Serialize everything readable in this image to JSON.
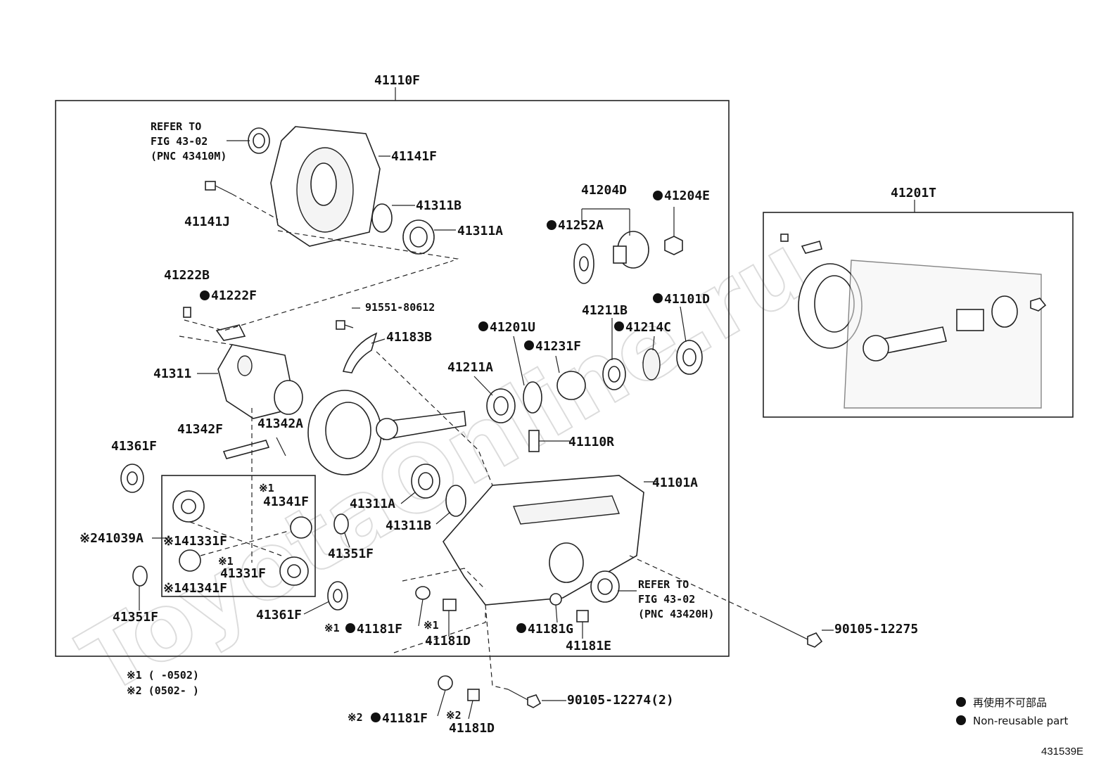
{
  "watermark": "ToyotaOnline.ru",
  "diagram_code": "431539E",
  "labels": {
    "assembly_main": "41110F",
    "assembly_right": "41201T",
    "refer_top": [
      "REFER TO",
      "FIG 43-02",
      "(PNC 43410M)"
    ],
    "refer_bottom": [
      "REFER TO",
      "FIG 43-02",
      "(PNC 43420H)"
    ],
    "p41141F": "41141F",
    "p41141J": "41141J",
    "p41311B_top": "41311B",
    "p41311A_top": "41311A",
    "p41204D": "41204D",
    "p41204E": "41204E",
    "p41252A": "41252A",
    "p41222B": "41222B",
    "p41222F": "41222F",
    "p91551": "91551-80612",
    "p41183B": "41183B",
    "p41211B": "41211B",
    "p41101D": "41101D",
    "p41201U": "41201U",
    "p41231F": "41231F",
    "p41214C": "41214C",
    "p41211A": "41211A",
    "p41311": "41311",
    "p41342F": "41342F",
    "p41342A": "41342A",
    "p41361F_top": "41361F",
    "p41110R": "41110R",
    "p41101A": "41101A",
    "p41311A_bot": "41311A",
    "p41311B_bot": "41311B",
    "p41341F_top_mark": "※1",
    "p41341F_top": "41341F",
    "p41039A": "※241039A",
    "p41331F_left": "※141331F",
    "p41331F_right_mark": "※1",
    "p41331F_right": "41331F",
    "p41341F_bot": "※141341F",
    "p41351F_mid": "41351F",
    "p41351F_left": "41351F",
    "p41361F_bot": "41361F",
    "p41181F_mid_mark": "※1",
    "p41181F_mid": "41181F",
    "p41181D_mid_mark": "※1",
    "p41181D_mid": "41181D",
    "p41181G": "41181G",
    "p41181E": "41181E",
    "p90105_12275": "90105-12275",
    "p90105_12274": "90105-12274(2)",
    "p41181F_bot_mark": "※2",
    "p41181F_bot": "41181F",
    "p41181D_bot_mark": "※2",
    "p41181D_bot": "41181D"
  },
  "footnotes": [
    "※1 (      -0502)",
    "※2 (0502-      )"
  ],
  "legend": {
    "jp": "再使用不可部品",
    "en": "Non-reusable part"
  }
}
